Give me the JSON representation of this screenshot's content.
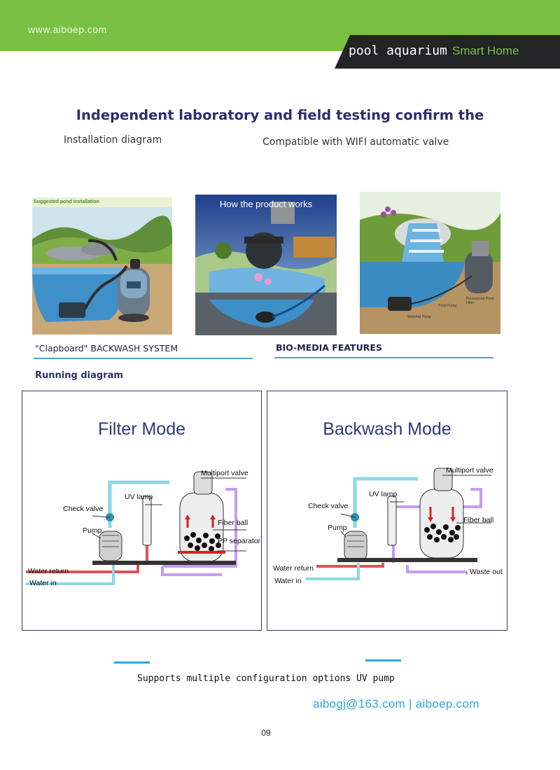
{
  "header": {
    "site_url": "www.aiboep.com",
    "brand_main": "pool aquarium",
    "brand_sub": "Smart Home",
    "bar_color": "#7ac143"
  },
  "headline": "Independent laboratory and field testing confirm the",
  "subheadings": {
    "left": "Installation diagram",
    "right": "Compatible with WIFI automatic valve"
  },
  "photos": [
    {
      "caption": "Suggested pond installation"
    },
    {
      "caption": "How the product works"
    },
    {
      "labels": [
        "Pressurized Pond Filter",
        "Pond Pump",
        "Waterfall Pump"
      ]
    }
  ],
  "features": {
    "left": "\"Clapboard\" BACKWASH SYSTEM",
    "right": "BIO-MEDIA FEATURES"
  },
  "running_label": "Running diagram",
  "diagrams": {
    "filter": {
      "title": "Filter Mode",
      "labels": {
        "multiport": "Multiport valve",
        "uv": "UV lamp",
        "check": "Check valve",
        "fiber": "Fiber ball",
        "pump": "Pump",
        "pp": "PP separator",
        "water_return": "Water return",
        "water_in": "Water in"
      }
    },
    "backwash": {
      "title": "Backwash Mode",
      "labels": {
        "multiport": "Multiport valve",
        "uv": "UV lamp",
        "check": "Check valve",
        "fiber": "Fiber ball",
        "pump": "Pump",
        "water_return": "Water return",
        "water_in": "Water in",
        "waste_out": "Waste out"
      }
    }
  },
  "footer": {
    "supports": "Supports multiple configuration options UV pump",
    "contact": "aibogj@163.com | aiboep.com",
    "page_number": "09"
  }
}
